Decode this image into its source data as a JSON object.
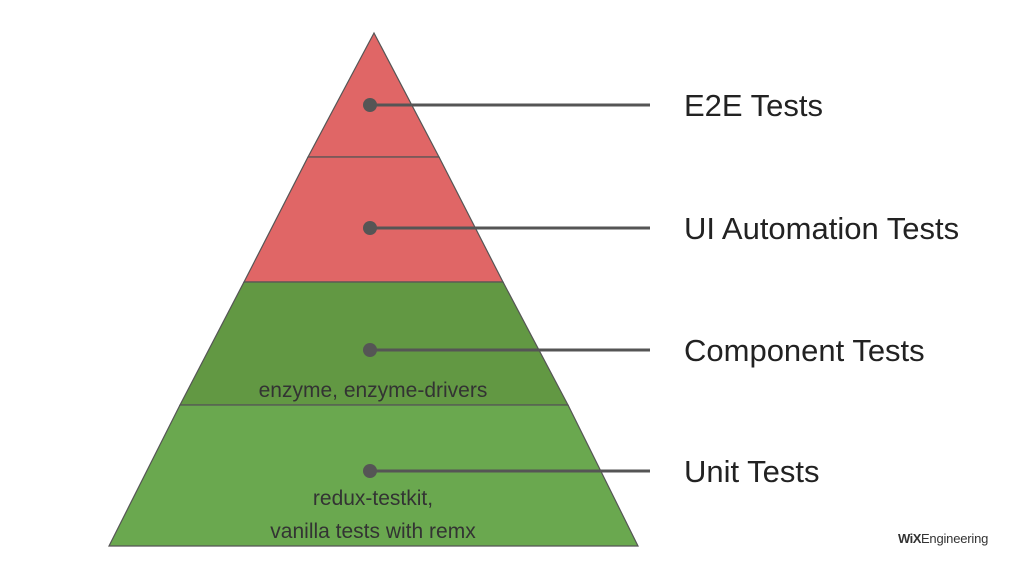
{
  "layers": [
    {
      "name": "E2E Tests",
      "lines": [],
      "color": "#E06666"
    },
    {
      "name": "UI Automation Tests",
      "lines": [],
      "color": "#E06666"
    },
    {
      "name": "Component Tests",
      "lines": [
        "enzyme, enzyme-drivers"
      ],
      "color": "#629843"
    },
    {
      "name": "Unit Tests",
      "lines": [
        "redux-testkit,",
        "vanilla tests with remx"
      ],
      "color": "#6AA84F"
    }
  ],
  "colors": {
    "outline": "#555555",
    "connector": "#555555"
  },
  "logo": {
    "brand": "WiX",
    "suffix": "Engineering"
  }
}
